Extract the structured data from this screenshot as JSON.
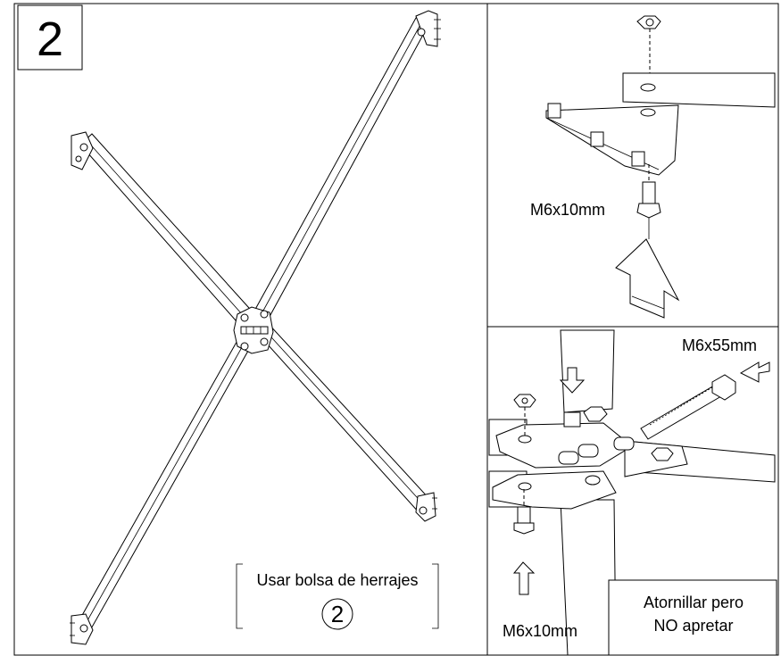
{
  "step": {
    "number": "2"
  },
  "hardware_note": {
    "text": "Usar bolsa de herrajes",
    "bag_number": "2"
  },
  "detail_top": {
    "bolt_label": "M6x10mm"
  },
  "detail_bottom": {
    "long_bolt_label": "M6x55mm",
    "short_bolt_label": "M6x10mm",
    "instruction_line1": "Atornillar pero",
    "instruction_line2": "NO apretar"
  }
}
